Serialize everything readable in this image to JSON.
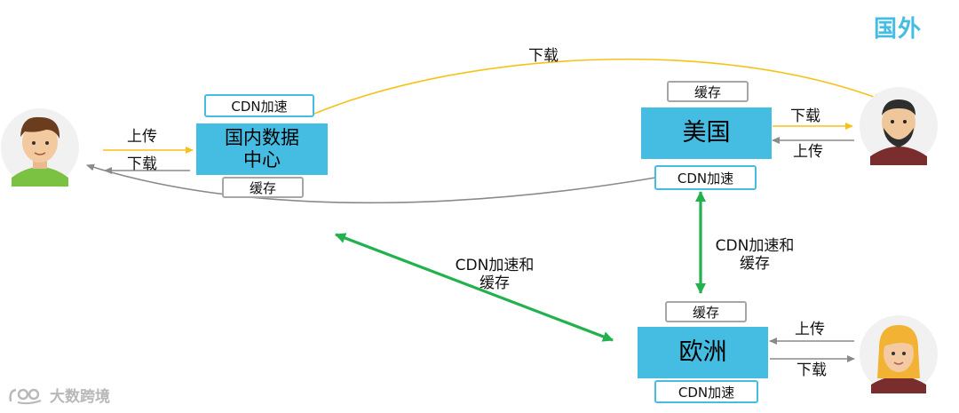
{
  "page": {
    "title": "国外"
  },
  "watermark": {
    "text": "大数跨境"
  },
  "nodes": {
    "domestic": {
      "label": "国内数据中心",
      "line1": "国内数据",
      "line2": "中心",
      "cdn_tag": "CDN加速",
      "cache_tag": "缓存"
    },
    "usa": {
      "label": "美国",
      "cdn_tag": "CDN加速",
      "cache_tag": "缓存"
    },
    "europe": {
      "label": "欧洲",
      "cdn_tag": "CDN加速",
      "cache_tag": "缓存"
    }
  },
  "edges": {
    "top_download": "下载",
    "left_upload": "上传",
    "left_download": "下载",
    "us_download": "下载",
    "us_upload": "上传",
    "eu_upload": "上传",
    "eu_download": "下载",
    "domestic_europe": {
      "line1": "CDN加速和",
      "line2": "缓存"
    },
    "usa_europe": {
      "line1": "CDN加速和",
      "line2": "缓存"
    }
  },
  "colors": {
    "accent": "#45bde3",
    "download_arrow": "#f5c21b",
    "upload_arrow": "#8a8a8a",
    "link_green": "#22b14c",
    "cache_border": "#a6a6a6"
  }
}
